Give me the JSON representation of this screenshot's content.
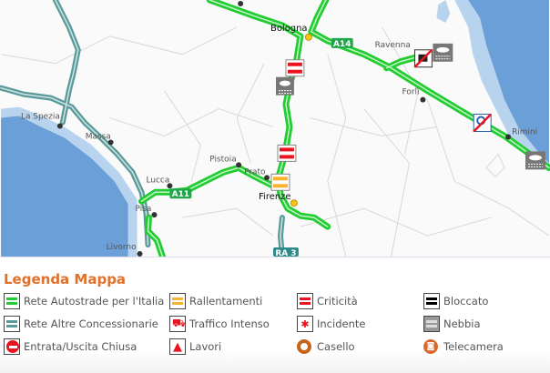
{
  "map": {
    "cities": [
      "Bologna",
      "Forlì",
      "Ravenna",
      "Rimini",
      "La Spezia",
      "Massa",
      "Lucca",
      "Pistoia",
      "Prato",
      "Firenze",
      "Pisa",
      "Livorno"
    ],
    "road_labels": [
      "A14",
      "A11",
      "RA 3"
    ],
    "colors": {
      "autostrade": "#22cc33",
      "altre": "#5a9a9a",
      "sea": "#6b9fd8",
      "criticita": "#e8141e",
      "rallentamenti": "#f7b22f"
    }
  },
  "legend": {
    "title": "Legenda Mappa",
    "items": [
      {
        "label": "Rete Autostrade per l'Italia",
        "icon": "green-road-icon"
      },
      {
        "label": "Rallentamenti",
        "icon": "orange-road-icon"
      },
      {
        "label": "Criticità",
        "icon": "red-road-icon"
      },
      {
        "label": "Bloccato",
        "icon": "black-road-icon"
      },
      {
        "label": "Rete Altre Concessionarie",
        "icon": "teal-road-icon"
      },
      {
        "label": "Traffico Intenso",
        "icon": "traffic-cars-icon"
      },
      {
        "label": "Incidente",
        "icon": "accident-icon"
      },
      {
        "label": "Nebbia",
        "icon": "fog-icon"
      },
      {
        "label": "Entrata/Uscita Chiusa",
        "icon": "no-entry-icon"
      },
      {
        "label": "Lavori",
        "icon": "roadworks-icon"
      },
      {
        "label": "Casello",
        "icon": "toll-icon"
      },
      {
        "label": "Telecamera",
        "icon": "camera-icon"
      }
    ]
  }
}
